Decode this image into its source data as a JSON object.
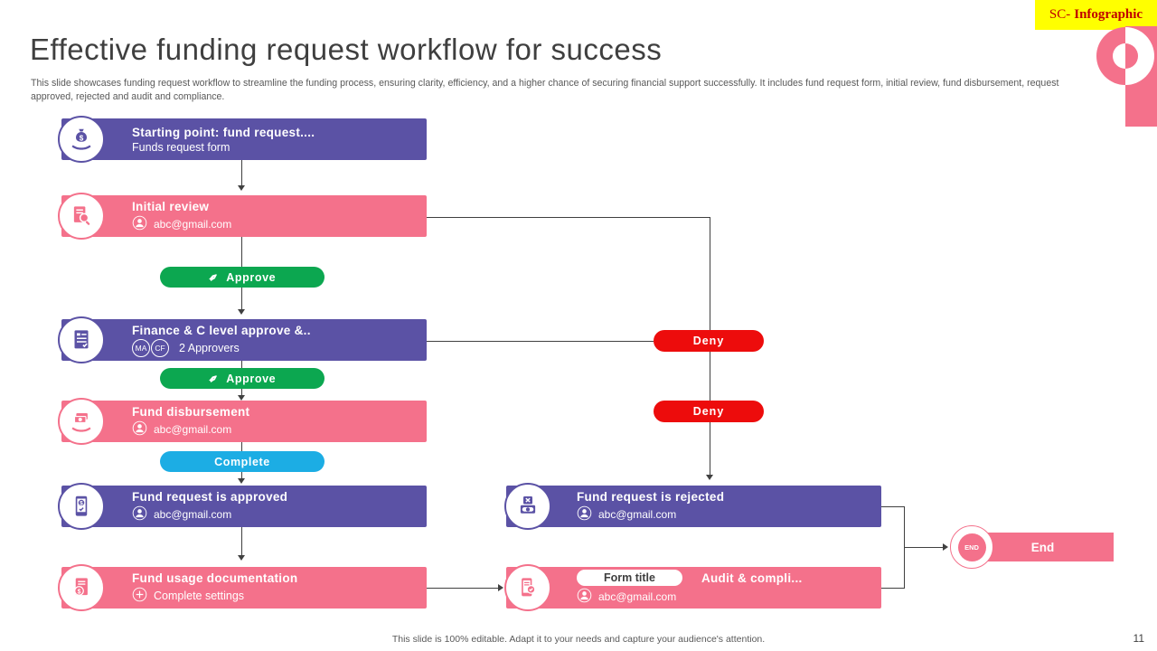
{
  "slide": {
    "badge_prefix": "SC-",
    "badge_bold": "Infographic",
    "title": "Effective funding request workflow for success",
    "description": "This slide showcases funding request workflow to streamline the funding process, ensuring clarity, efficiency, and a higher chance of securing financial support successfully. It includes fund request form, initial review, fund disbursement, request approved, rejected and audit and compliance.",
    "footer_note": "This slide is 100% editable. Adapt it to your needs and capture your audience's attention.",
    "page_number": "11"
  },
  "nodes": {
    "start": {
      "title": "Starting point: fund request....",
      "subtitle": "Funds request form",
      "icon": "money-bag-in-hand-icon"
    },
    "initial_review": {
      "title": "Initial review",
      "email": "abc@gmail.com",
      "icon": "document-review-icon"
    },
    "finance_approval": {
      "title": "Finance & C level approve &..",
      "avatar1": "MA",
      "avatar2": "CF",
      "approvers": "2 Approvers",
      "icon": "checklist-document-icon"
    },
    "fund_disbursement": {
      "title": "Fund disbursement",
      "email": "abc@gmail.com",
      "icon": "cash-in-hand-icon"
    },
    "approved": {
      "title": "Fund request is approved",
      "email": "abc@gmail.com",
      "icon": "mobile-payment-icon"
    },
    "rejected": {
      "title": "Fund request is rejected",
      "email": "abc@gmail.com",
      "icon": "rejected-payment-icon"
    },
    "fund_usage": {
      "title": "Fund usage documentation",
      "subtitle": "Complete settings",
      "icon": "fund-document-icon"
    },
    "audit": {
      "form_title": "Form title",
      "title": "Audit & compli...",
      "email": "abc@gmail.com",
      "icon": "mobile-audit-icon"
    },
    "end": {
      "label": "End",
      "badge": "END"
    }
  },
  "actions": {
    "approve_1": "Approve",
    "approve_2": "Approve",
    "deny_1": "Deny",
    "deny_2": "Deny",
    "complete": "Complete"
  },
  "colors": {
    "purple": "#5b52a5",
    "pink": "#f4718b",
    "green": "#0ca750",
    "blue": "#1cade4",
    "red": "#ed0c0c",
    "yellow": "#ffff00",
    "badge-text": "#c00000",
    "line": "#404040",
    "text-dark": "#3f3f3f",
    "text-gray": "#595959"
  }
}
